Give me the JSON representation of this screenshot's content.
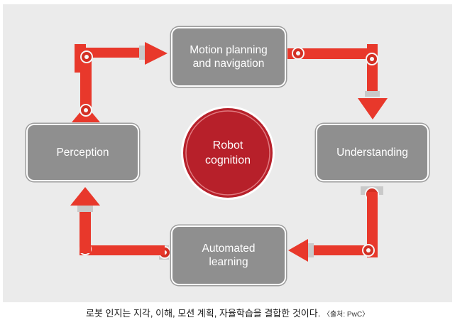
{
  "nodes": {
    "motion": "Motion planning\nand navigation",
    "perception": "Perception",
    "understanding": "Understanding",
    "learning": "Automated\nlearning"
  },
  "center": "Robot\ncognition",
  "caption": {
    "main": "로봇 인지는 지각, 이해, 모션 계획, 자율학습을 결합한 것이다.",
    "source": "〈출처: PwC〉"
  },
  "colors": {
    "panel": "#ebebeb",
    "box": "#8f8f8f",
    "arm": "#e8382b",
    "circle": "#b7202a"
  }
}
